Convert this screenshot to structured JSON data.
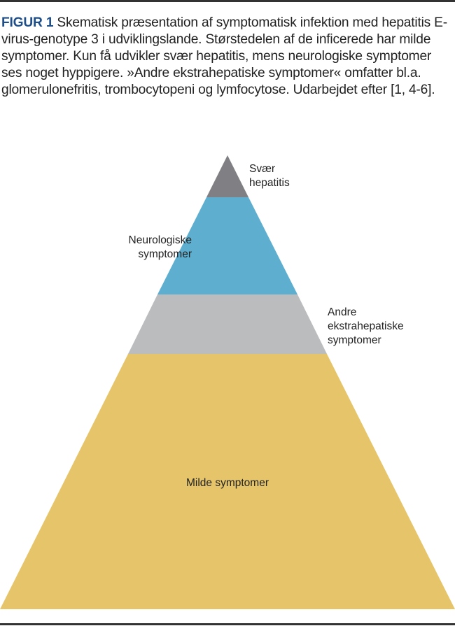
{
  "caption": {
    "figure_label": "FIGUR 1",
    "text": " Skematisk præsentation af symptomatisk infektion med hepatitis E-virus-genotype 3 i udviklingslande. Størstedelen af de inficerede har milde symptomer. Kun få udvikler svær hepatitis, mens neurologiske symptomer ses noget hyppigere. »Andre ekstrahepatiske symptomer« omfatter bl.a. glomerulonefritis, trombocytopeni og lymfocytose. Udarbejdet efter [1, 4-6]."
  },
  "pyramid": {
    "layers": [
      {
        "label_line1": "Svær",
        "label_line2": "hepatitis",
        "color": "#808084"
      },
      {
        "label_line1": "Neurologiske",
        "label_line2": "symptomer",
        "color": "#5eaed0"
      },
      {
        "label_line1": "Andre",
        "label_line2": "ekstrahepatiske",
        "label_line3": "symptomer",
        "color": "#bbbcbe"
      },
      {
        "label": "Milde symptomer",
        "color": "#e6c56a"
      }
    ]
  }
}
